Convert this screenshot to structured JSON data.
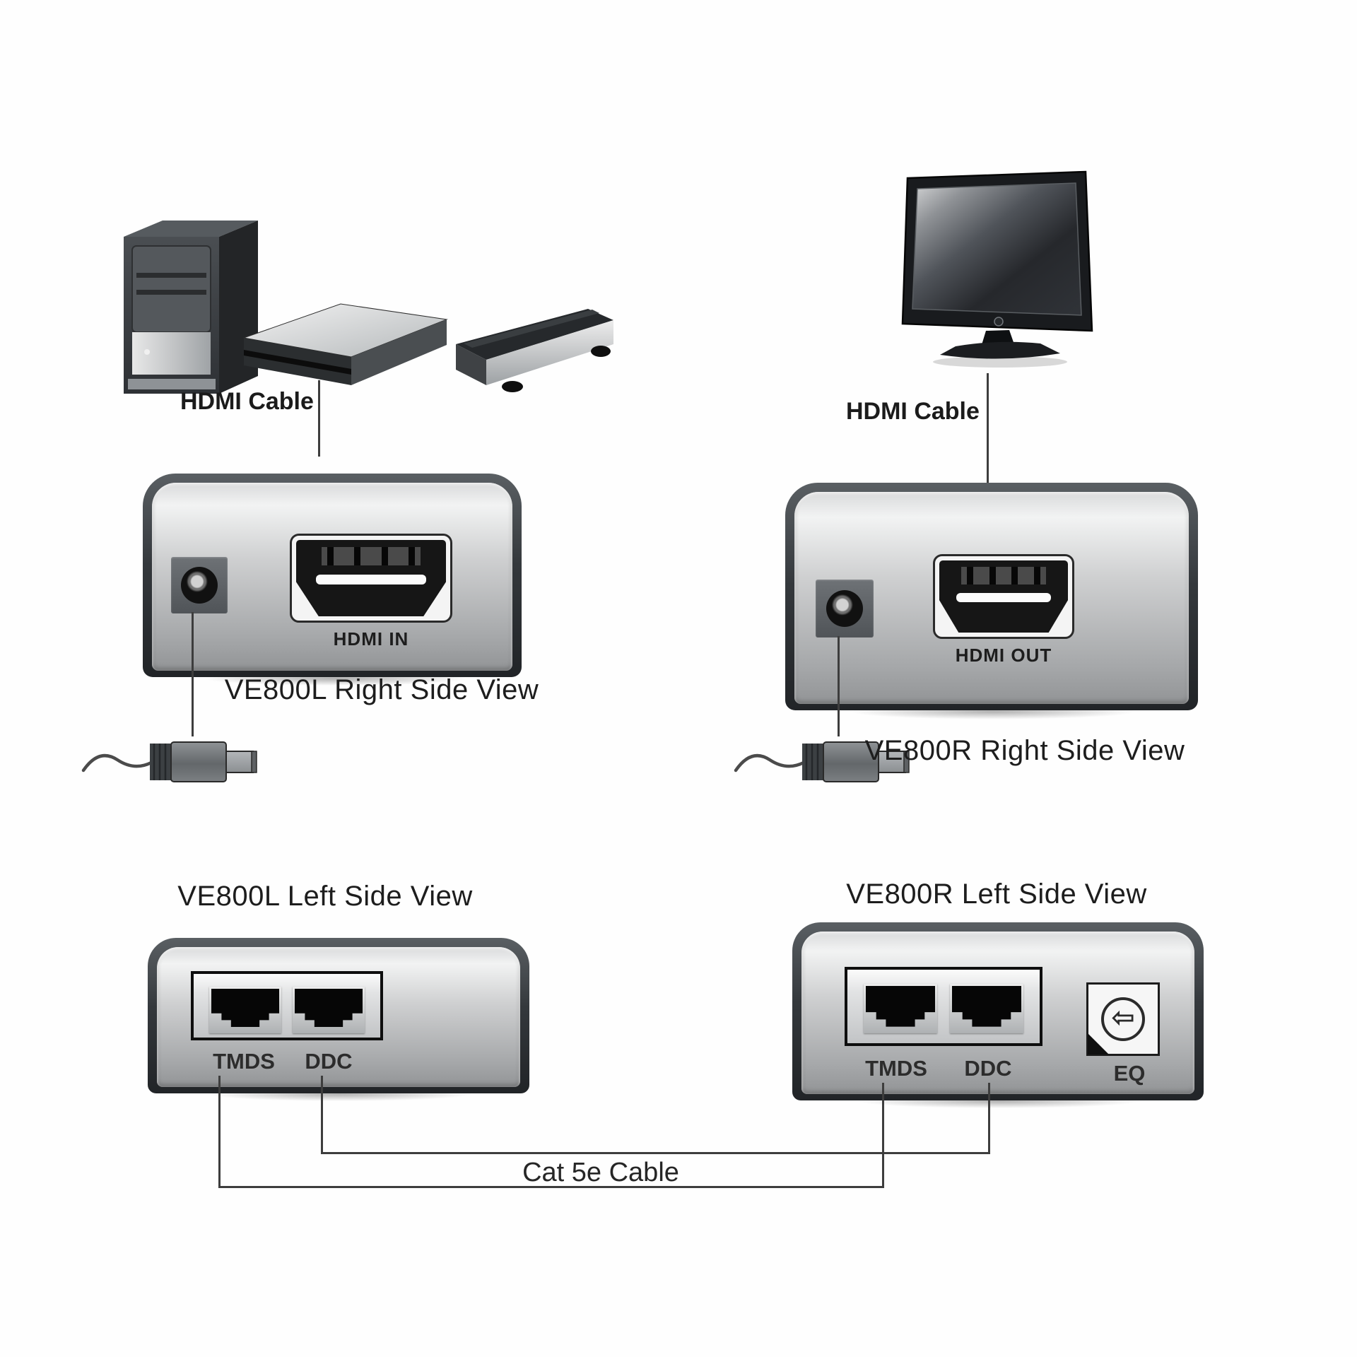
{
  "sources": {
    "hdmi_cable_label": "HDMI Cable"
  },
  "display": {
    "hdmi_cable_label": "HDMI Cable"
  },
  "ve800l_right": {
    "caption": "VE800L Right Side View",
    "port_label": "HDMI IN"
  },
  "ve800r_right": {
    "caption": "VE800R Right Side View",
    "port_label": "HDMI OUT"
  },
  "ve800l_left": {
    "title": "VE800L Left Side View",
    "port1_label": "TMDS",
    "port2_label": "DDC"
  },
  "ve800r_left": {
    "title": "VE800R Left Side View",
    "port1_label": "TMDS",
    "port2_label": "DDC",
    "eq_label": "EQ"
  },
  "cable": {
    "cat5e_label": "Cat 5e Cable"
  },
  "icons": {
    "eq_arrow": "⇦"
  },
  "colors": {
    "device_rim": "#34383c",
    "device_silver": "#cfd0d1",
    "connection_line": "#3d3d3d",
    "port_black": "#141414"
  }
}
